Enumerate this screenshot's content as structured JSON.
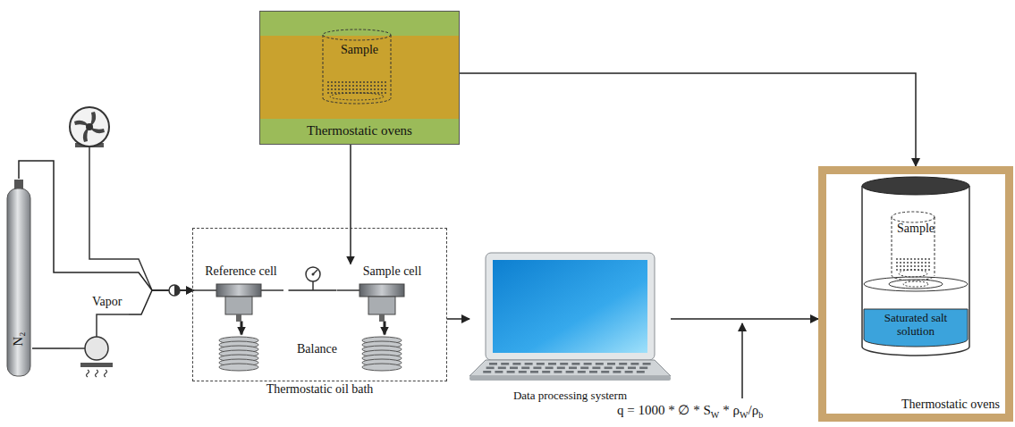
{
  "diagram": {
    "nodes": [
      {
        "text": [
          "Thermostatic ovens"
        ]
      },
      {
        "text": [
          "Sample"
        ],
        "in": 0
      },
      {
        "text": [
          "N₂"
        ]
      },
      {
        "text": [
          "Vapor"
        ]
      },
      {
        "text": [
          "Thermostatic oil bath"
        ]
      },
      {
        "text": [
          "Reference cell"
        ],
        "in": 4
      },
      {
        "text": [
          "Sample cell"
        ],
        "in": 4
      },
      {
        "text": [
          "Balance"
        ],
        "in": 4
      },
      {
        "text": [
          "Data processing systerm"
        ]
      },
      {
        "text": [
          "Thermostatic ovens"
        ]
      },
      {
        "text": [
          "Sample"
        ],
        "in": 9
      },
      {
        "text": [
          "Saturated salt solution"
        ],
        "in": 9
      }
    ],
    "edges": [
      {
        "from": 0,
        "to": 6,
        "arrow": "to"
      },
      {
        "from": 0,
        "to": 9,
        "arrow": "to"
      },
      {
        "from": 2,
        "to": 3,
        "arrow": "none"
      },
      {
        "from": 2,
        "to": 5,
        "arrow": "to"
      },
      {
        "from": 3,
        "to": 5,
        "arrow": "to"
      },
      {
        "from": 5,
        "to": 6,
        "arrow": "none"
      },
      {
        "from": 5,
        "to": 7,
        "arrow": "to"
      },
      {
        "from": 6,
        "to": 7,
        "arrow": "to"
      },
      {
        "from": 4,
        "to": 8,
        "arrow": "to"
      },
      {
        "from": 8,
        "to": 9,
        "arrow": "to"
      }
    ],
    "labels": [
      "q = 1000 * ∅ * S",
      "W",
      "* ρ",
      "W",
      "/ρ",
      "b"
    ]
  }
}
